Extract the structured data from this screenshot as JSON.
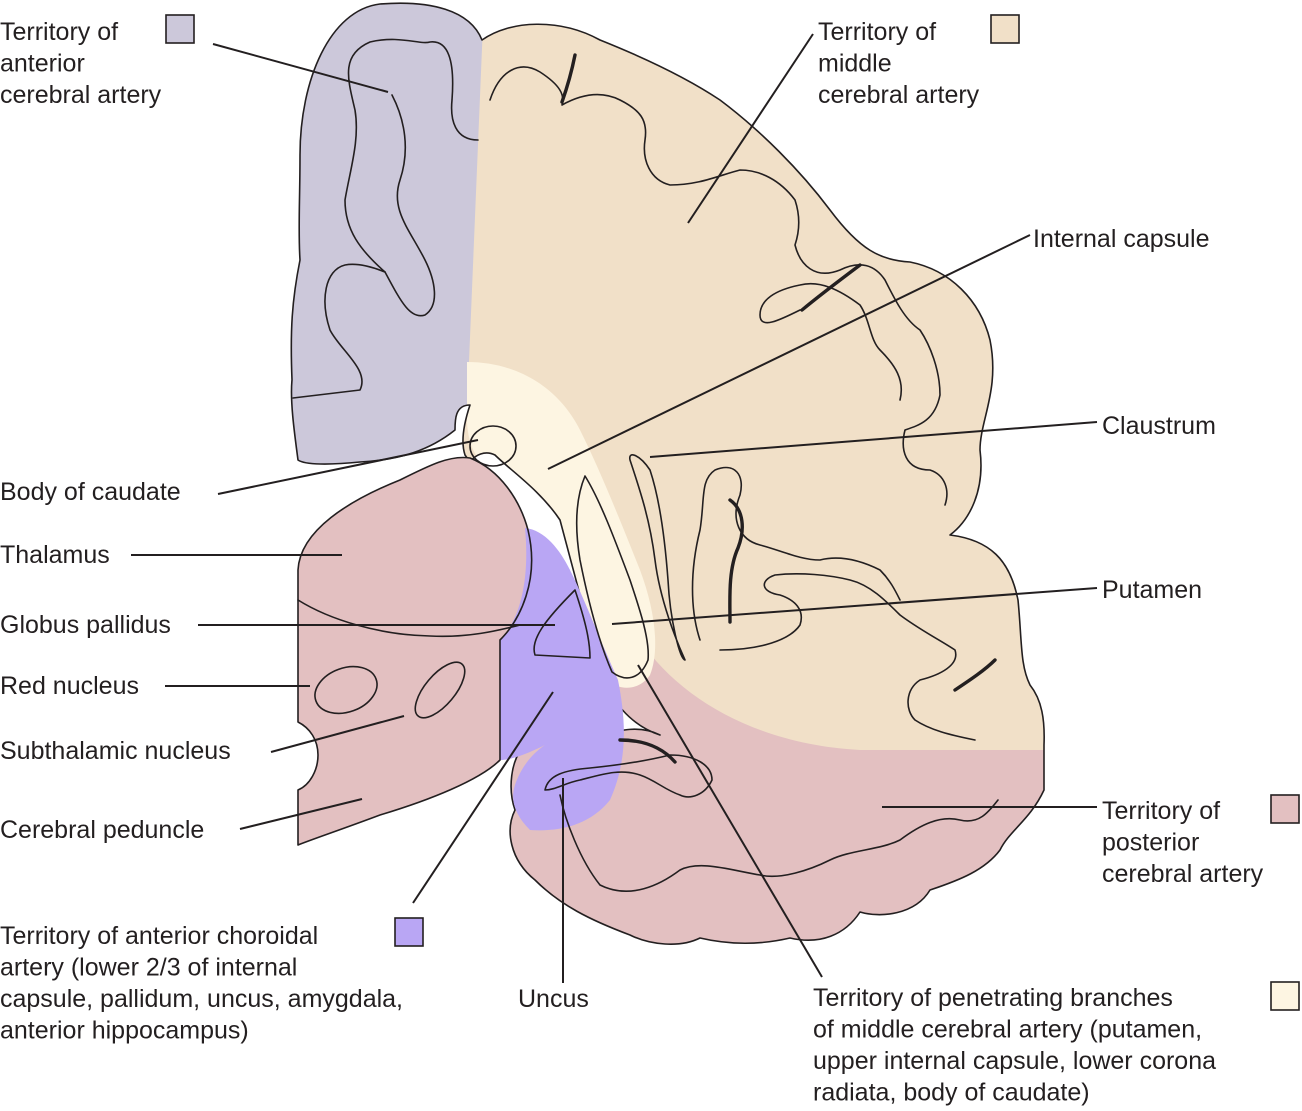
{
  "colors": {
    "anterior_cerebral": "#ccc8da",
    "middle_cerebral": "#f1e0c8",
    "posterior_cerebral": "#e3c0c1",
    "anterior_choroidal": "#b9a6f4",
    "penetrating_branches": "#fdf5e2",
    "outline": "#231f20"
  },
  "labels": {
    "aca": [
      "Territory of",
      "anterior",
      "cerebral artery"
    ],
    "mca": [
      "Territory of",
      "middle",
      "cerebral artery"
    ],
    "internal_capsule": [
      "Internal capsule"
    ],
    "claustrum": [
      "Claustrum"
    ],
    "body_of_caudate": [
      "Body of caudate"
    ],
    "thalamus": [
      "Thalamus"
    ],
    "globus_pallidus": [
      "Globus pallidus"
    ],
    "putamen": [
      "Putamen"
    ],
    "red_nucleus": [
      "Red nucleus"
    ],
    "subthalamic_nucleus": [
      "Subthalamic nucleus"
    ],
    "cerebral_peduncle": [
      "Cerebral peduncle"
    ],
    "pca": [
      "Territory of",
      "posterior",
      "cerebral artery"
    ],
    "anterior_choroidal": [
      "Territory of anterior choroidal",
      "artery (lower 2/3 of internal",
      "capsule, pallidum, uncus, amygdala,",
      "anterior hippocampus)"
    ],
    "uncus": [
      "Uncus"
    ],
    "penetrating": [
      "Territory of penetrating branches",
      "of middle cerebral artery (putamen,",
      "upper internal capsule, lower corona",
      "radiata, body of caudate)"
    ]
  }
}
